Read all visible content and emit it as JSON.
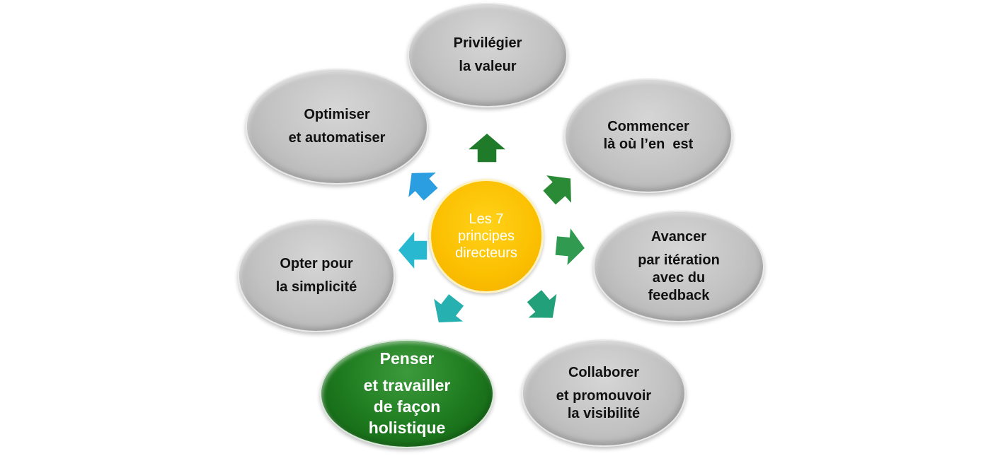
{
  "center": {
    "lines": [
      "Les 7",
      "principes",
      "directeurs"
    ],
    "color": "#fbbf00"
  },
  "principles": [
    {
      "id": "valeur",
      "lines": [
        "Privilégier",
        "la valeur"
      ]
    },
    {
      "id": "commencer",
      "lines": [
        "Commencer",
        "là où l’en  est"
      ]
    },
    {
      "id": "avancer",
      "lines": [
        "Avancer",
        "par itération",
        "avec du",
        "feedback"
      ]
    },
    {
      "id": "collab",
      "lines": [
        "Collaborer",
        "et promouvoir",
        "la visibilité"
      ]
    },
    {
      "id": "penser",
      "lines": [
        "Penser",
        "et travailler",
        "de façon",
        "holistique"
      ],
      "highlight_color": "#1e7a1e"
    },
    {
      "id": "opter",
      "lines": [
        "Opter pour",
        "la simplicité"
      ]
    },
    {
      "id": "optimiser",
      "lines": [
        "Optimiser",
        "et automatiser"
      ]
    }
  ],
  "arrow_colors": [
    "#1f7a2a",
    "#2a8a35",
    "#2f9a50",
    "#22a07a",
    "#26b0b0",
    "#28b8d0",
    "#2a9ee0"
  ]
}
